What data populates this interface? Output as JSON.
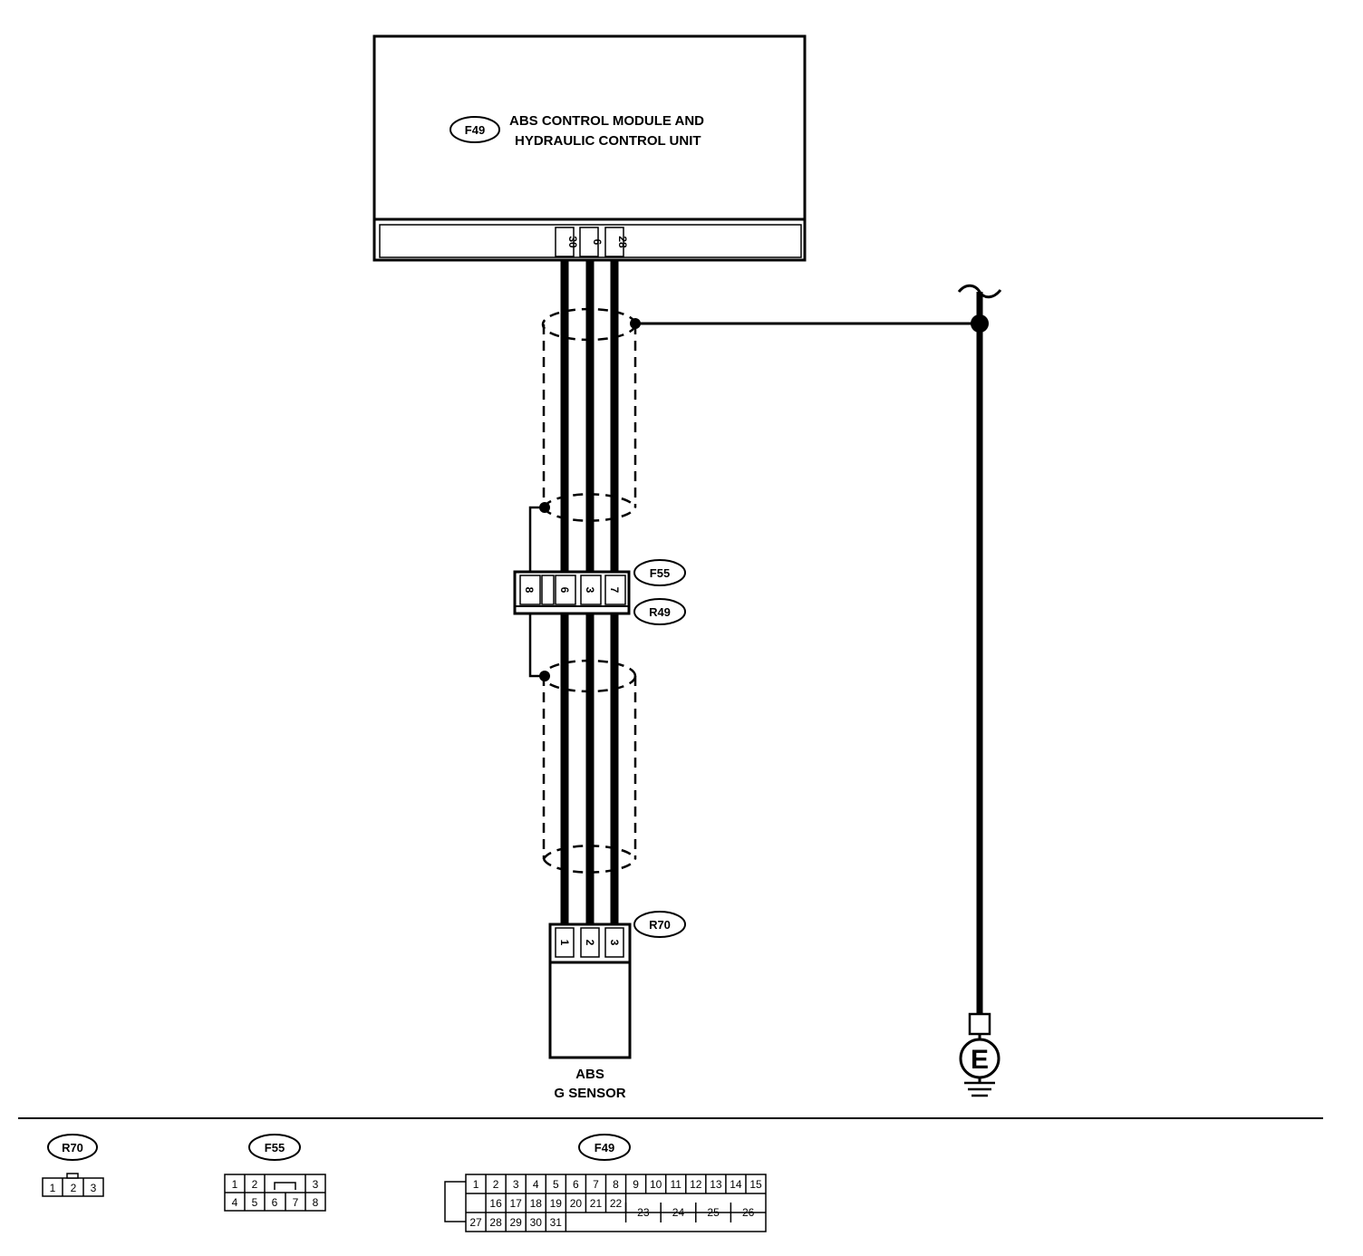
{
  "module": {
    "tag": "F49",
    "name_line1": "ABS CONTROL MODULE AND",
    "name_line2": "HYDRAULIC  CONTROL UNIT",
    "pins": [
      "30",
      "6",
      "28"
    ]
  },
  "junction_connector": {
    "tag_top": "F55",
    "tag_bottom": "R49",
    "pins": [
      "8",
      "",
      "6",
      "3",
      "7"
    ]
  },
  "sensor": {
    "tag": "R70",
    "pins": [
      "1",
      "2",
      "3"
    ],
    "name_line1": "ABS",
    "name_line2": "G SENSOR"
  },
  "ground": {
    "symbol": "E"
  },
  "connector_views": {
    "r70": {
      "tag": "R70",
      "cells": [
        "1",
        "2",
        "3"
      ]
    },
    "f55": {
      "tag": "F55",
      "row1": [
        "1",
        "2",
        "",
        "3"
      ],
      "row2": [
        "4",
        "5",
        "6",
        "7",
        "8"
      ]
    },
    "f49": {
      "tag": "F49",
      "row1": [
        "1",
        "2",
        "3",
        "4",
        "5",
        "6",
        "7",
        "8",
        "9",
        "10",
        "11",
        "12",
        "13",
        "14",
        "15"
      ],
      "row2": [
        "16",
        "17",
        "18",
        "19",
        "20",
        "21",
        "22"
      ],
      "row2_large": [
        "23",
        "24",
        "25",
        "26"
      ],
      "row3": [
        "27",
        "28",
        "29",
        "30",
        "31"
      ]
    }
  }
}
